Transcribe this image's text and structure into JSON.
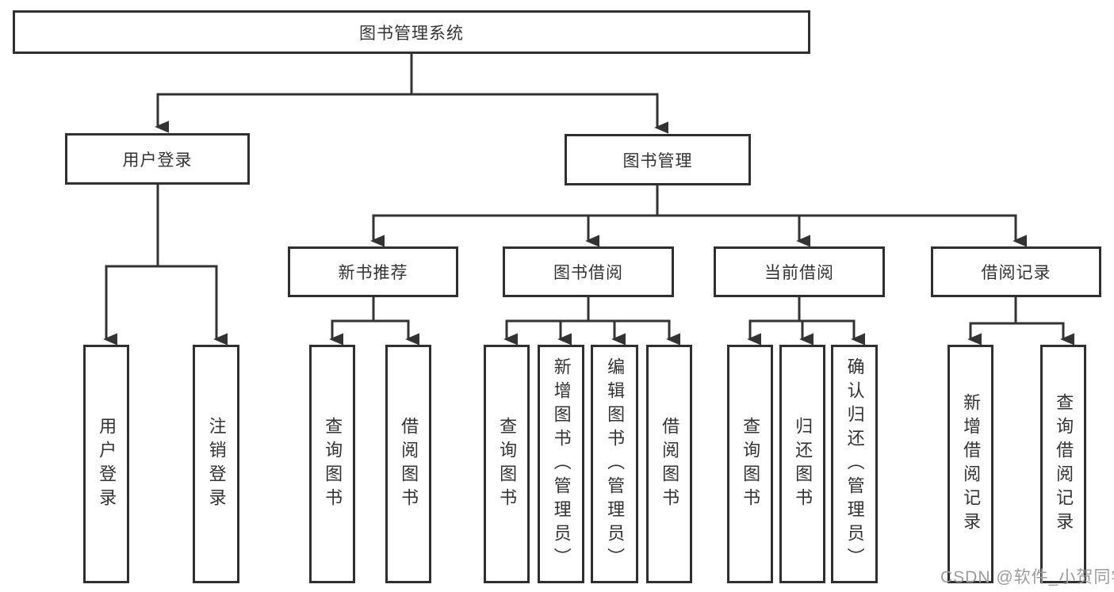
{
  "diagram": {
    "title": "图书管理系统",
    "root": {
      "label": "图书管理系统"
    },
    "branches": {
      "user_login": {
        "label": "用户登录"
      },
      "book_mgmt": {
        "label": "图书管理"
      }
    },
    "modules": {
      "new_books": {
        "label": "新书推荐"
      },
      "book_borrow": {
        "label": "图书借阅"
      },
      "current_borrow": {
        "label": "当前借阅"
      },
      "borrow_records": {
        "label": "借阅记录"
      }
    },
    "leaves": {
      "user_login": [
        "用户登录",
        "注销登录"
      ],
      "new_books": [
        "查询图书",
        "借阅图书"
      ],
      "book_borrow": [
        "查询图书",
        "新增图书（管理员）",
        "编辑图书（管理员）",
        "借阅图书"
      ],
      "current_borrow": [
        "查询图书",
        "归还图书",
        "确认归还（管理员）"
      ],
      "borrow_records": [
        "新增借阅记录",
        "查询借阅记录"
      ]
    }
  },
  "watermark": {
    "text": "CSDN @软件_小贺同学"
  },
  "colors": {
    "line": "#333333",
    "box_border": "#2f2f2f",
    "text": "#333333",
    "box_background": "#ffffff",
    "page_background": "#ffffff",
    "watermark": "#9b9b9b"
  }
}
